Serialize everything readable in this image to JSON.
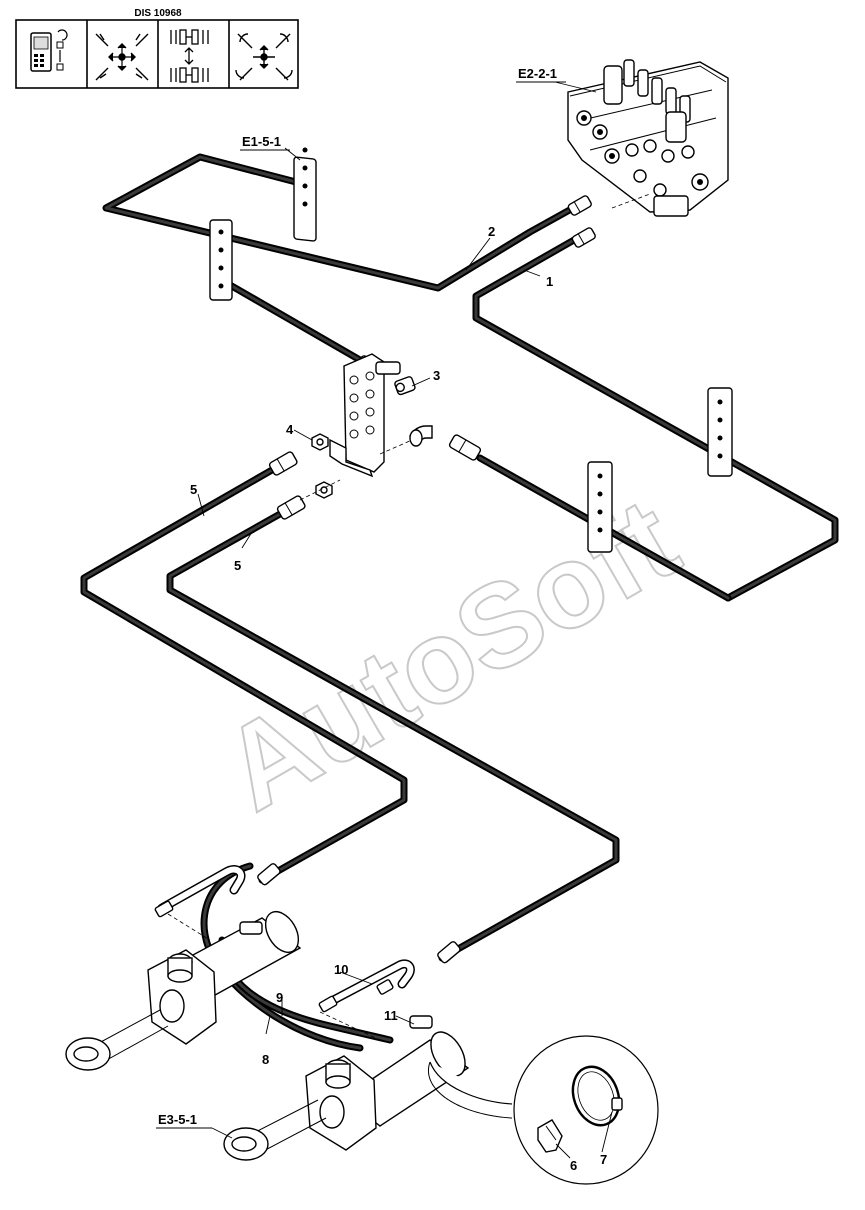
{
  "header": {
    "doc_number": "DIS 10968",
    "icons": [
      "monitor-control-icon",
      "machine-movement-icon",
      "hydraulic-circuit-icon",
      "boom-articulation-icon"
    ]
  },
  "watermark": "AutoSoft",
  "references": {
    "valve": "E2-2-1",
    "upper_bracket": "E1-5-1",
    "cylinder": "E3-5-1"
  },
  "callouts": {
    "c1": "1",
    "c2": "2",
    "c3": "3",
    "c4": "4",
    "c5a": "5",
    "c5b": "5",
    "c6": "6",
    "c7": "7",
    "c8": "8",
    "c9": "9",
    "c10": "10",
    "c11": "11"
  },
  "colors": {
    "line": "#000000",
    "watermark": "#c9c9c9",
    "background": "#ffffff"
  }
}
